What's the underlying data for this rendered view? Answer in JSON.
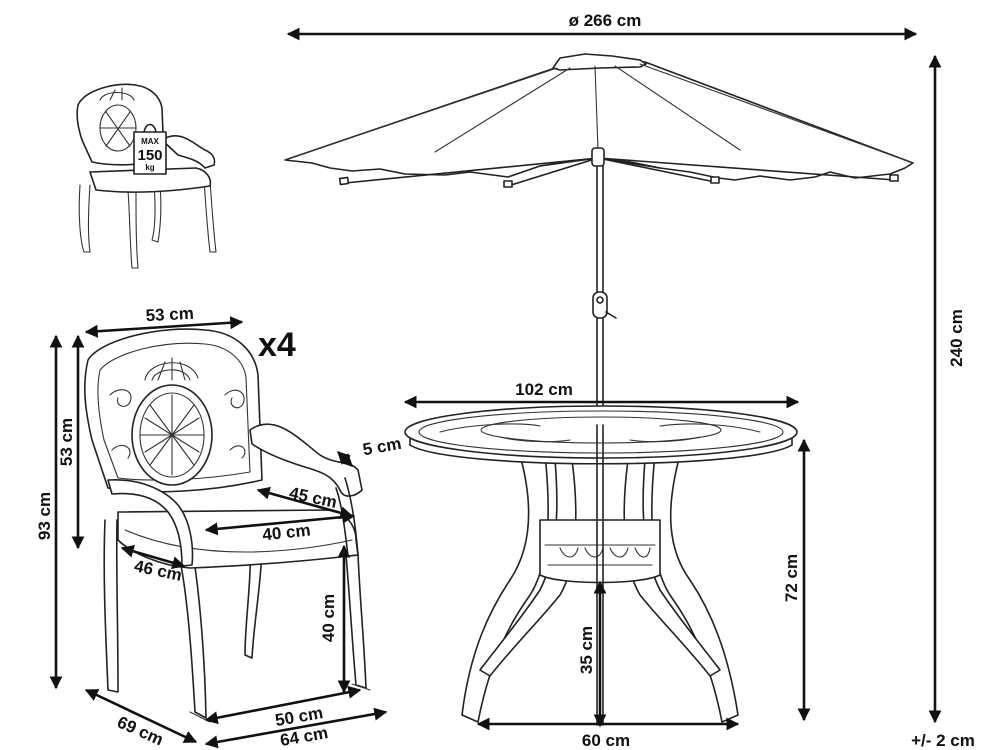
{
  "diagram": {
    "umbrella_diameter": "ø 266 cm",
    "total_height": "240 cm",
    "table_diameter": "102 cm",
    "table_height": "72 cm",
    "table_base_width": "60 cm",
    "table_leg_clearance": "35 cm",
    "chair_width_top": "53 cm",
    "chair_quantity": "x4",
    "chair_backrest_height": "53 cm",
    "chair_total_height": "93 cm",
    "armrest_width": "5 cm",
    "armrest_depth": "45 cm",
    "seat_width": "40 cm",
    "seat_depth": "46 cm",
    "seat_height": "40 cm",
    "base_depth": "69 cm",
    "base_width_front": "50 cm",
    "base_width_total": "64 cm",
    "max_load_title": "MAX",
    "max_load_value": "150",
    "max_load_unit": "kg",
    "tolerance": "+/- 2 cm"
  }
}
